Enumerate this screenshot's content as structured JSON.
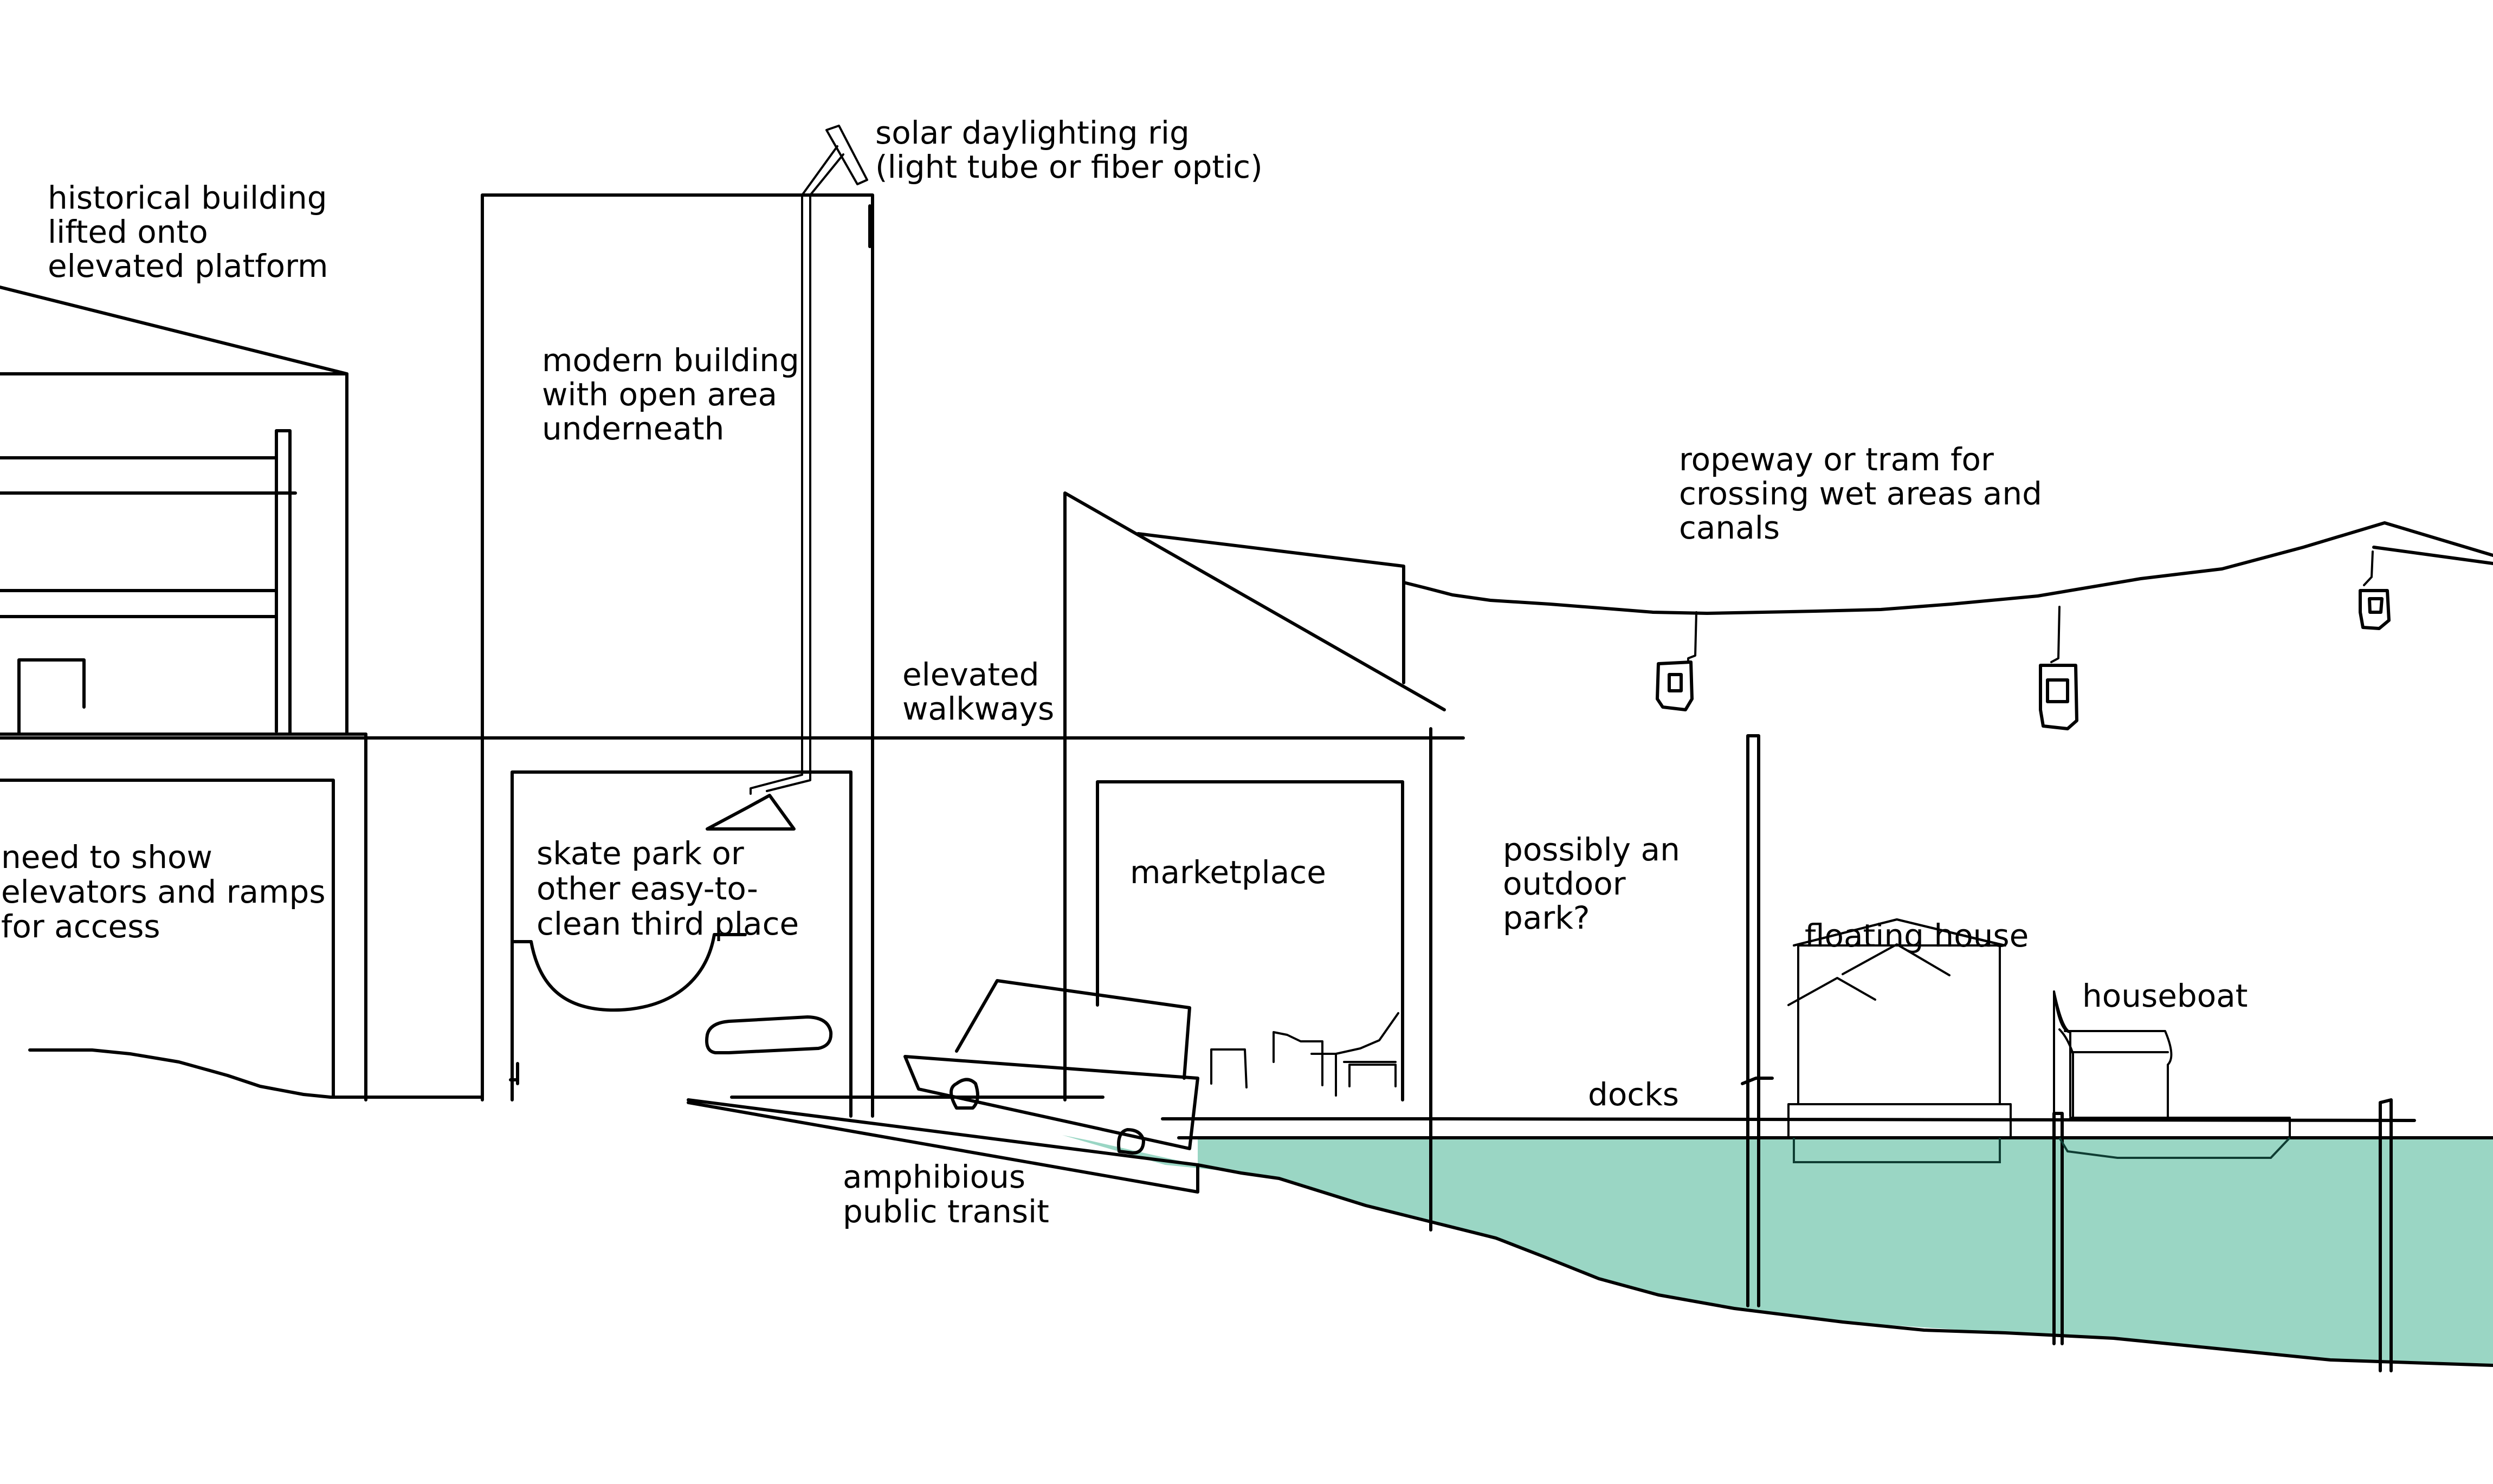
{
  "diagram": {
    "type": "urban-section-sketch",
    "colors": {
      "line": "#000000",
      "water": "#9ad6c4",
      "water_edge": "#0f3d33",
      "background": "#ffffff"
    },
    "labels": {
      "historical_building": [
        "historical building",
        "lifted onto",
        "elevated platform"
      ],
      "modern_building": [
        "modern building",
        "with open area",
        "underneath"
      ],
      "solar_rig": [
        "solar daylighting rig",
        "(light tube or fiber optic)"
      ],
      "elevated_walkways": [
        "elevated",
        "walkways"
      ],
      "ropeway": [
        "ropeway or tram for",
        "crossing wet areas and",
        "canals"
      ],
      "accessibility_note": [
        "need to show",
        "elevators and ramps",
        "for access"
      ],
      "skate_park": [
        "skate park or",
        "other easy-to-",
        "clean third place"
      ],
      "marketplace": [
        "marketplace"
      ],
      "outdoor_park": [
        "possibly an",
        "outdoor",
        "park?"
      ],
      "floating_house": [
        "floating house"
      ],
      "houseboat": [
        "houseboat"
      ],
      "docks": [
        "docks"
      ],
      "amphibious_transit": [
        "amphibious",
        "public transit"
      ]
    },
    "elements": [
      "historical-building",
      "modern-building",
      "solar-daylighting-rig",
      "elevated-walkway",
      "angled-building",
      "ropeway-cable",
      "gondola-cabins",
      "skate-park-ramp",
      "market-stalls",
      "amphibious-bus",
      "boat-ramp",
      "dock",
      "floating-house",
      "houseboat",
      "pilings",
      "water",
      "ground-terrain"
    ],
    "gondola_count": 3
  }
}
